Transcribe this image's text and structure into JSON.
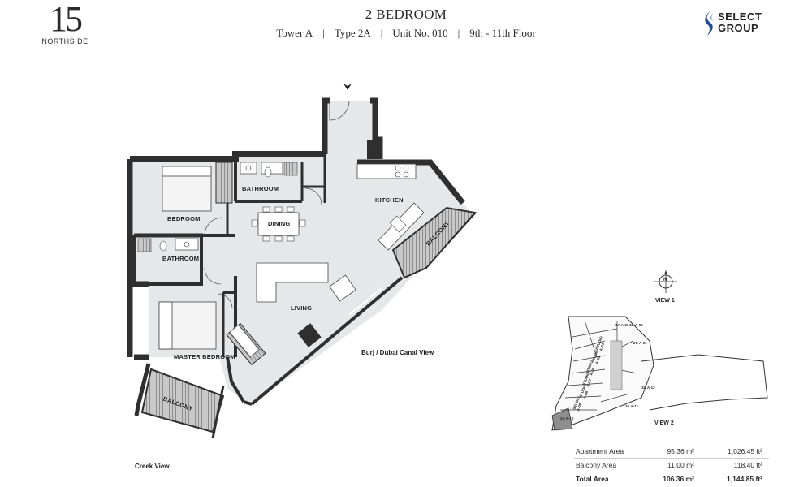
{
  "header": {
    "logo_number": "15",
    "logo_text": "NORTHSIDE",
    "title": "2 BEDROOM",
    "subline": {
      "tower": "Tower A",
      "type": "Type 2A",
      "unit": "Unit No. 010",
      "floor": "9th - 11th Floor"
    },
    "brand_line1": "SELECT",
    "brand_line2": "GROUP"
  },
  "rooms": {
    "bedroom": "BEDROOM",
    "bathroom_top": "BATHROOM",
    "bathroom_left": "BATHROOM",
    "dining": "DINING",
    "kitchen": "KITCHEN",
    "balcony_right": "BALCONY",
    "living": "LIVING",
    "master_bedroom": "MASTER BEDROOM",
    "balcony_left": "BALCONY"
  },
  "views": {
    "burj": "Burj / Dubai Canal View",
    "creek": "Creek View",
    "view1": "VIEW 1",
    "view2": "VIEW 2",
    "compass": "N"
  },
  "keyplan_units": [
    "1A A-03",
    "1D A-02",
    "2C A-01",
    "STUDIO A-04",
    "STUDIO A-05",
    "STUDIO A-06",
    "STUDIO A-07",
    "STUDIO A-08",
    "STUDIO A-09",
    "1D A-12",
    "1E A-11",
    "2A A-10"
  ],
  "area_table": [
    {
      "label": "Apartment Area",
      "sqm": "95.36 m²",
      "sqft": "1,026.45 ft²"
    },
    {
      "label": "Balcony Area",
      "sqm": "11.00 m²",
      "sqft": "118.40 ft²"
    },
    {
      "label": "Total Area",
      "sqm": "106.36 m²",
      "sqft": "1,144.85 ft²"
    }
  ],
  "colors": {
    "wall": "#2f2f2f",
    "floor": "#e6e7e9",
    "balcony_floor": "#bdbdbd",
    "brand_blue": "#1e4f9c",
    "highlight_unit": "#8e8e8e"
  }
}
